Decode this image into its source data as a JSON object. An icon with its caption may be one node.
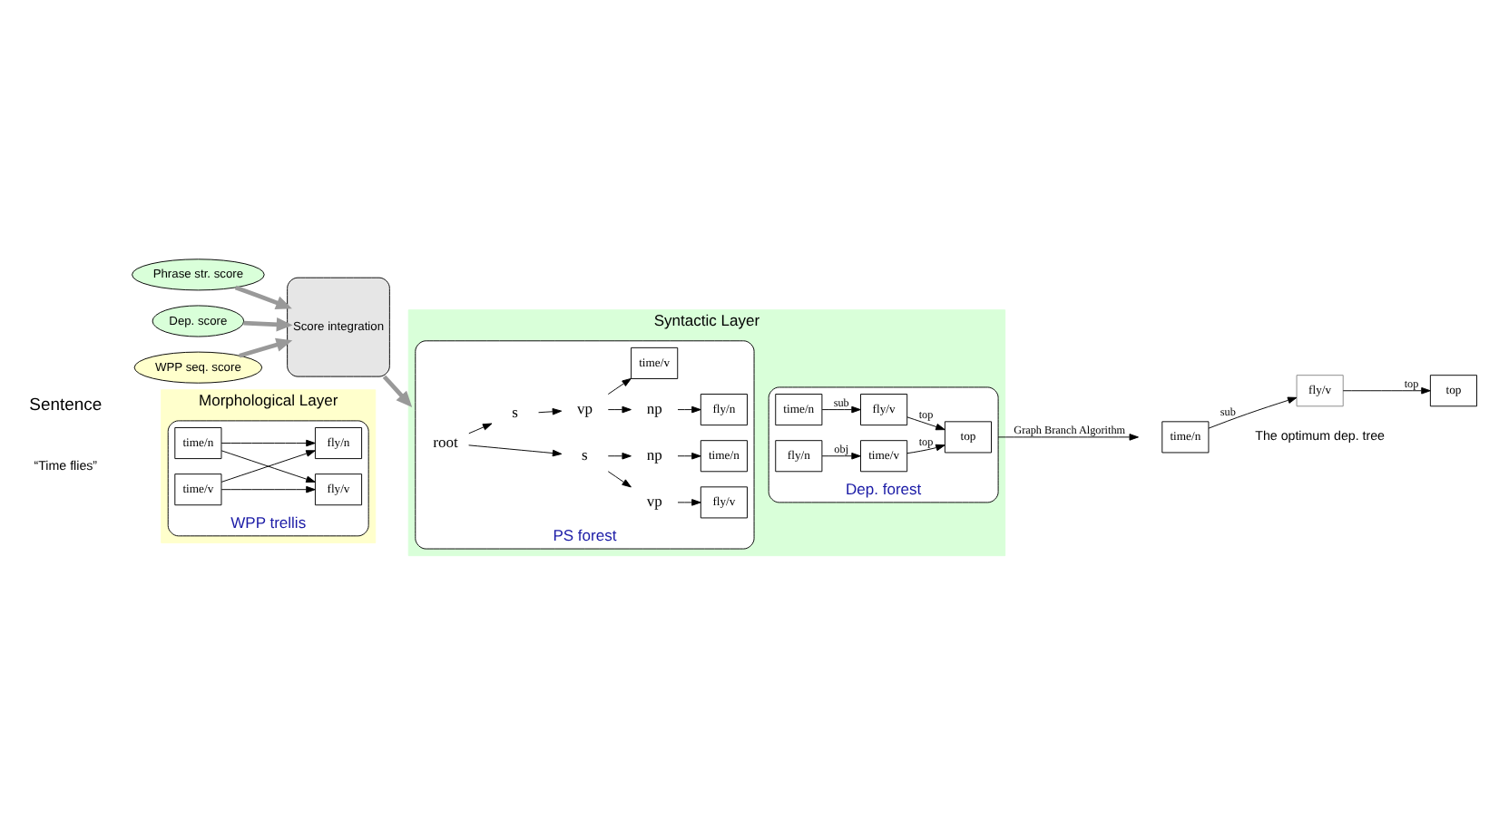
{
  "diagram": {
    "nodes": [
      {
        "text": [
          "Morphological Layer"
        ]
      },
      {
        "text": [
          "WPP trellis"
        ],
        "in": 0
      },
      {
        "text": [
          "time/n"
        ],
        "in": 1
      },
      {
        "text": [
          "time/v"
        ],
        "in": 1
      },
      {
        "text": [
          "fly/v"
        ],
        "in": 1
      },
      {
        "text": [
          "fly/n"
        ],
        "in": 1
      },
      {
        "text": [
          "Syntactic Layer"
        ]
      },
      {
        "text": [
          "PS forest"
        ],
        "in": 6
      },
      {
        "text": [
          "root"
        ],
        "in": 7
      },
      {
        "text": [
          "s"
        ],
        "in": 7
      },
      {
        "text": [
          "s"
        ],
        "in": 7
      },
      {
        "text": [
          "np"
        ],
        "in": 7
      },
      {
        "text": [
          "vp"
        ],
        "in": 7
      },
      {
        "text": [
          "vp"
        ],
        "in": 7
      },
      {
        "text": [
          "np"
        ],
        "in": 7
      },
      {
        "text": [
          "time/n"
        ],
        "in": 7
      },
      {
        "text": [
          "time/v"
        ],
        "in": 7
      },
      {
        "text": [
          "fly/n"
        ],
        "in": 7
      },
      {
        "text": [
          "fly/v"
        ],
        "in": 7
      },
      {
        "text": [
          "Dep. forest"
        ],
        "in": 6
      },
      {
        "text": [
          "top"
        ],
        "in": 19
      },
      {
        "text": [
          "time/v"
        ],
        "in": 19
      },
      {
        "text": [
          "fly/v"
        ],
        "in": 19
      },
      {
        "text": [
          "time/n"
        ],
        "in": 19
      },
      {
        "text": [
          "fly/n"
        ],
        "in": 19
      },
      {
        "text": [
          "top"
        ]
      },
      {
        "text": [
          "fly/v"
        ]
      },
      {
        "text": [
          "time/n"
        ]
      },
      {
        "text": [
          "WPP seq. score"
        ]
      },
      {
        "text": [
          "Phrase str. score"
        ]
      },
      {
        "text": [
          "Dep. score"
        ]
      },
      {
        "text": [
          "Score integration"
        ]
      }
    ],
    "edges": [
      {
        "from": 2,
        "to": 4,
        "arrow": "to"
      },
      {
        "from": 2,
        "to": 5,
        "arrow": "to"
      },
      {
        "from": 3,
        "to": 4,
        "arrow": "to"
      },
      {
        "from": 3,
        "to": 5,
        "arrow": "to"
      },
      {
        "from": 8,
        "to": 9,
        "arrow": "to"
      },
      {
        "from": 8,
        "to": 10,
        "arrow": "to"
      },
      {
        "from": 9,
        "to": 11,
        "arrow": "to"
      },
      {
        "from": 9,
        "to": 12,
        "arrow": "to"
      },
      {
        "from": 10,
        "to": 13,
        "arrow": "to"
      },
      {
        "from": 13,
        "to": 14,
        "arrow": "to"
      },
      {
        "from": 11,
        "to": 15,
        "arrow": "to"
      },
      {
        "from": 14,
        "to": 17,
        "arrow": "to"
      },
      {
        "from": 12,
        "to": 18,
        "arrow": "to"
      },
      {
        "from": 13,
        "to": 16,
        "arrow": "to"
      },
      {
        "from": 21,
        "to": 20,
        "label": "top",
        "arrow": "to"
      },
      {
        "from": 22,
        "to": 20,
        "label": "top",
        "arrow": "to"
      },
      {
        "from": 24,
        "to": 21,
        "label": "obj",
        "arrow": "to"
      },
      {
        "from": 23,
        "to": 22,
        "label": "sub",
        "arrow": "to"
      },
      {
        "from": 19,
        "to": null,
        "label": "Graph Branch Algorithm",
        "arrow": "to"
      },
      {
        "from": 27,
        "to": 26,
        "label": "sub",
        "arrow": "to"
      },
      {
        "from": 26,
        "to": 25,
        "label": "top",
        "arrow": "to"
      },
      {
        "from": 28,
        "to": 31,
        "arrow": "to",
        "style": "thick",
        "color": "#999999"
      },
      {
        "from": 29,
        "to": 31,
        "arrow": "to",
        "style": "thick",
        "color": "#999999"
      },
      {
        "from": 30,
        "to": 31,
        "arrow": "to",
        "style": "thick",
        "color": "#999999"
      },
      {
        "from": 31,
        "to": 6,
        "arrow": "to",
        "style": "thick",
        "color": "#999999"
      }
    ],
    "labels": [
      "Sentence",
      "“Time flies”",
      "The optimum dep. tree"
    ]
  }
}
